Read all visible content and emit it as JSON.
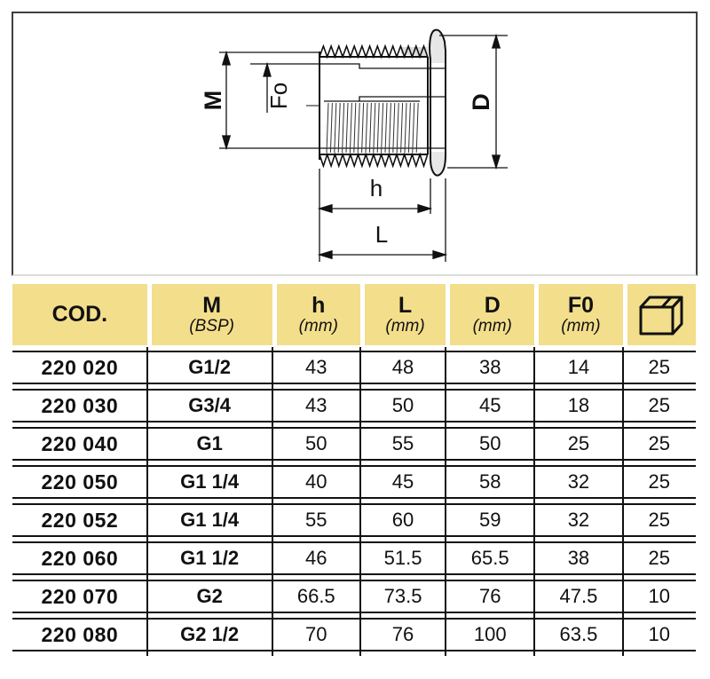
{
  "colors": {
    "header_bg": "#F3DE8C",
    "table_line": "#111111",
    "drawing_line": "#1a1a1a",
    "frame_border": "#3f3f3f",
    "shading": "#dcdcdc"
  },
  "drawing": {
    "labels": {
      "thread_diameter": "M",
      "bore_diameter": "Fo",
      "flange_diameter": "D",
      "thread_length": "h",
      "total_length": "L"
    }
  },
  "table": {
    "columns": [
      {
        "label": "COD.",
        "unit": ""
      },
      {
        "label": "M",
        "unit": "(BSP)"
      },
      {
        "label": "h",
        "unit": "(mm)"
      },
      {
        "label": "L",
        "unit": "(mm)"
      },
      {
        "label": "D",
        "unit": "(mm)"
      },
      {
        "label": "F0",
        "unit": "(mm)"
      },
      {
        "label": "",
        "unit": "",
        "icon": "package-box-icon"
      }
    ],
    "rows": [
      [
        "220 020",
        "G1/2",
        "43",
        "48",
        "38",
        "14",
        "25"
      ],
      [
        "220 030",
        "G3/4",
        "43",
        "50",
        "45",
        "18",
        "25"
      ],
      [
        "220 040",
        "G1",
        "50",
        "55",
        "50",
        "25",
        "25"
      ],
      [
        "220 050",
        "G1 1/4",
        "40",
        "45",
        "58",
        "32",
        "25"
      ],
      [
        "220 052",
        "G1 1/4",
        "55",
        "60",
        "59",
        "32",
        "25"
      ],
      [
        "220 060",
        "G1 1/2",
        "46",
        "51.5",
        "65.5",
        "38",
        "25"
      ],
      [
        "220 070",
        "G2",
        "66.5",
        "73.5",
        "76",
        "47.5",
        "10"
      ],
      [
        "220 080",
        "G2 1/2",
        "70",
        "76",
        "100",
        "63.5",
        "10"
      ]
    ]
  }
}
